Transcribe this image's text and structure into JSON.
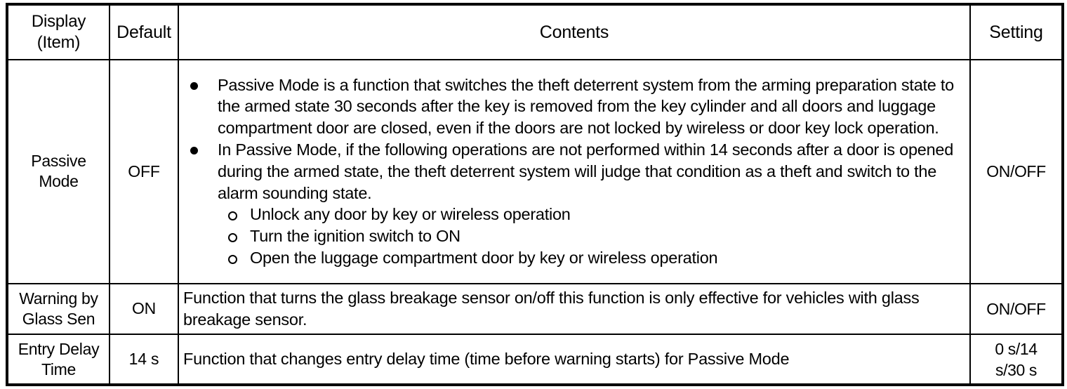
{
  "table": {
    "headers": {
      "display": {
        "line1": "Display",
        "line2": "(Item)"
      },
      "default": "Default",
      "contents": "Contents",
      "setting": "Setting"
    },
    "rows": [
      {
        "display": {
          "line1": "Passive",
          "line2": "Mode"
        },
        "default": "OFF",
        "setting": {
          "line1": "ON/OFF",
          "line2": ""
        },
        "contents": {
          "bullets": [
            "Passive Mode is a function that switches the theft deterrent system from the arming preparation state to the armed state 30 seconds after the key is removed from the key cylinder and all doors and luggage compartment door are closed, even if the doors are not locked by wireless or door key lock operation.",
            "In Passive Mode, if the following operations are not performed within 14 seconds after a door is opened during the armed state, the theft deterrent system will judge that condition as a theft and switch to the alarm sounding state."
          ],
          "subbullets": [
            "Unlock any door by key or wireless operation",
            "Turn the ignition switch to ON",
            "Open the luggage compartment door by key or wireless operation"
          ]
        }
      },
      {
        "display": {
          "line1": "Warning by",
          "line2": "Glass Sen"
        },
        "default": "ON",
        "setting": {
          "line1": "ON/OFF",
          "line2": ""
        },
        "contents": {
          "text": "Function that turns the glass breakage sensor on/off this function is only effective for vehicles with glass breakage sensor."
        }
      },
      {
        "display": {
          "line1": "Entry Delay",
          "line2": "Time"
        },
        "default": "14 s",
        "setting": {
          "line1": "0 s/14",
          "line2": "s/30 s"
        },
        "contents": {
          "text": "Function that changes entry delay time (time before warning starts) for Passive Mode"
        }
      }
    ]
  }
}
